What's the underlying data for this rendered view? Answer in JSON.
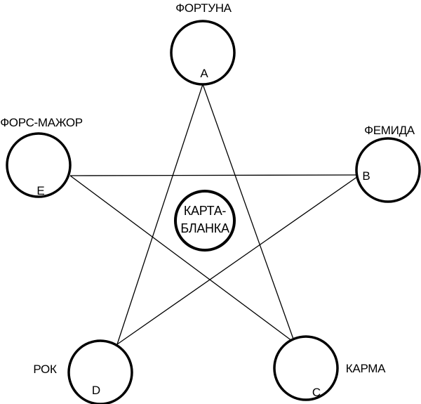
{
  "nodes": {
    "a": {
      "name": "ФОРТУНА",
      "letter": "A"
    },
    "b": {
      "name": "ФЕМИДА",
      "letter": "B"
    },
    "c": {
      "name": "КАРМА",
      "letter": "C"
    },
    "d": {
      "name": "РОК",
      "letter": "D"
    },
    "e": {
      "name": "ФОРС-МАЖОР",
      "letter": "E"
    }
  },
  "center": {
    "line1": "КАРТА-",
    "line2": "БЛАНКА"
  },
  "edges": [
    {
      "from": "A",
      "to": "D"
    },
    {
      "from": "A",
      "to": "C"
    },
    {
      "from": "E",
      "to": "B"
    },
    {
      "from": "E",
      "to": "C"
    },
    {
      "from": "B",
      "to": "D"
    }
  ]
}
